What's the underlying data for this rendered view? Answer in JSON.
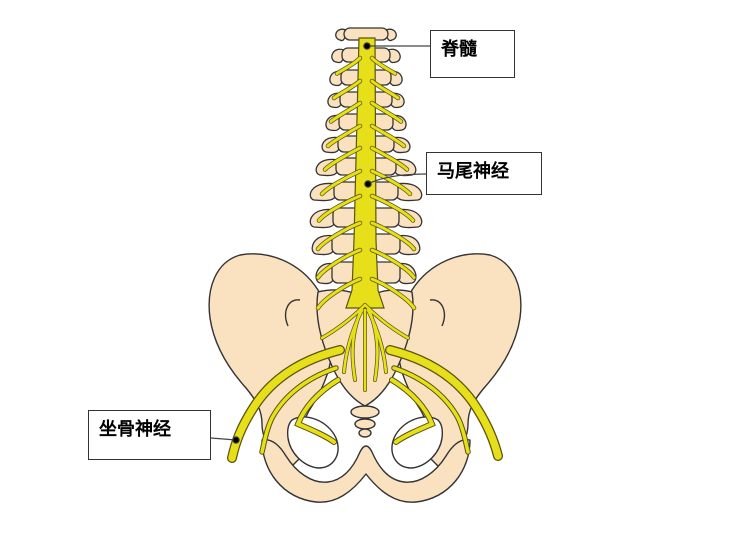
{
  "labels": {
    "spinal_cord": "脊髓",
    "cauda_equina": "马尾神经",
    "sciatic_nerve": "坐骨神经"
  },
  "colors": {
    "bone_fill": "#fae2c0",
    "bone_outline": "#333333",
    "nerve_fill": "#e6df19",
    "nerve_outline": "#5a5410",
    "leader_line": "#444444",
    "label_border": "#333333",
    "background": "#ffffff"
  }
}
